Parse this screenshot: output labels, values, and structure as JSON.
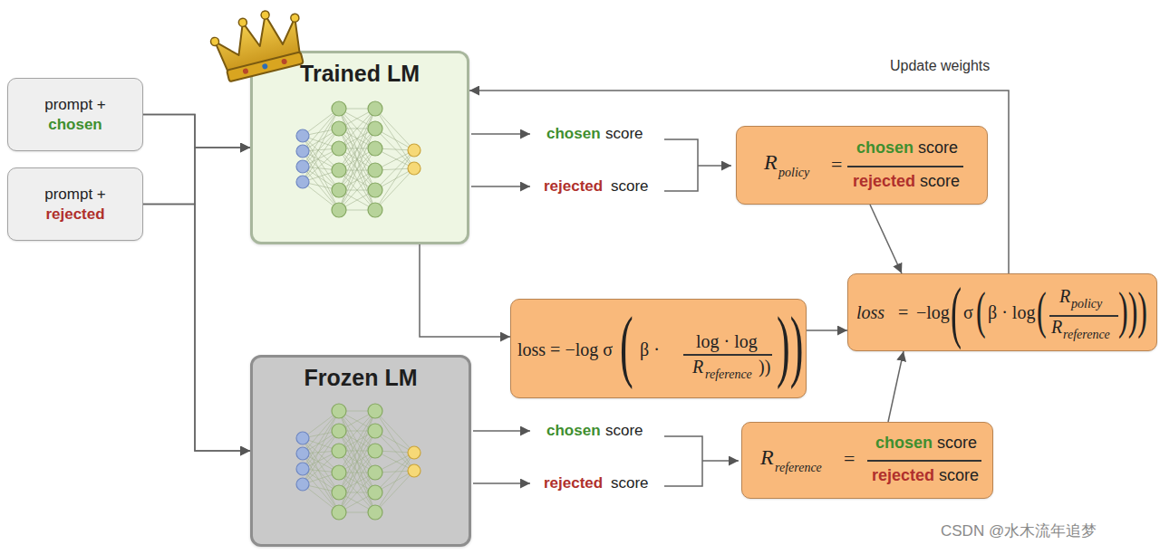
{
  "diagram": {
    "nodes": [
      {
        "text": [
          "prompt +",
          "chosen"
        ]
      },
      {
        "text": [
          "prompt +",
          "rejected"
        ]
      },
      {
        "text": [
          "Trained LM"
        ]
      },
      {
        "text": [
          "R",
          "policy",
          "=",
          "chosen",
          "score",
          "rejected",
          "score"
        ]
      },
      {
        "text": [
          "loss",
          "=",
          "−log",
          "(",
          "σ",
          "(",
          "β · log",
          "(",
          "R",
          "policy",
          "R",
          "reference",
          ")))"
        ]
      },
      {
        "text": [
          "loss = −log σ",
          "(",
          "β ·",
          "log · log",
          "R",
          "reference",
          "))",
          "))"
        ]
      },
      {
        "text": [
          "Frozen LM"
        ]
      },
      {
        "text": [
          "R",
          "reference",
          "=",
          "chosen",
          "score",
          "rejected",
          "score"
        ]
      }
    ],
    "edges": [
      {
        "from": 0,
        "to": 2,
        "arrow": "to"
      },
      {
        "from": 0,
        "to": 6,
        "arrow": "to"
      },
      {
        "from": 1,
        "to": 2,
        "arrow": "to"
      },
      {
        "from": 1,
        "to": 6,
        "arrow": "to"
      },
      {
        "from": 2,
        "to": 5,
        "arrow": "to"
      },
      {
        "from": 5,
        "to": 4,
        "arrow": "to"
      },
      {
        "from": 3,
        "to": 4,
        "arrow": "to"
      },
      {
        "from": 7,
        "to": 4,
        "arrow": "to"
      },
      {
        "from": 4,
        "to": 2,
        "label": "Update weights",
        "arrow": "to"
      }
    ],
    "labels": [
      "chosen",
      "score",
      "rejected",
      "score",
      "chosen",
      "score",
      "rejected",
      "score",
      "CSDN @水木流年追梦"
    ]
  }
}
